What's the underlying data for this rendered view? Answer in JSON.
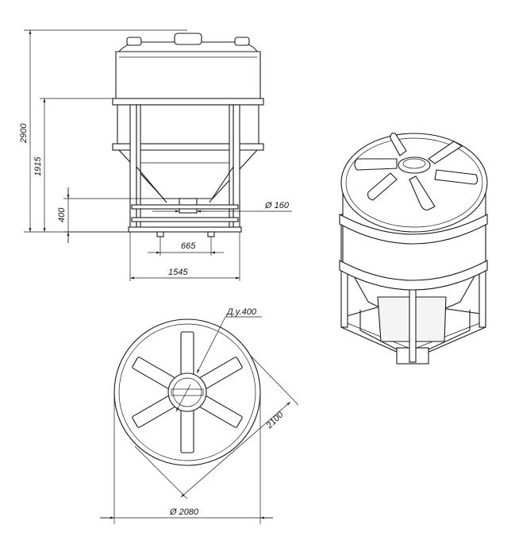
{
  "dimensions": {
    "overall_height": "2900",
    "frame_height": "1915",
    "cone_height": "400",
    "outlet_diameter": "Ø 160",
    "base_inner_width": "665",
    "frame_width": "1545",
    "hatch": "Д.у.400",
    "diagonal": "2100",
    "tank_diameter": "Ø 2080"
  },
  "colors": {
    "line": "#1a1a1a",
    "background": "#ffffff"
  }
}
